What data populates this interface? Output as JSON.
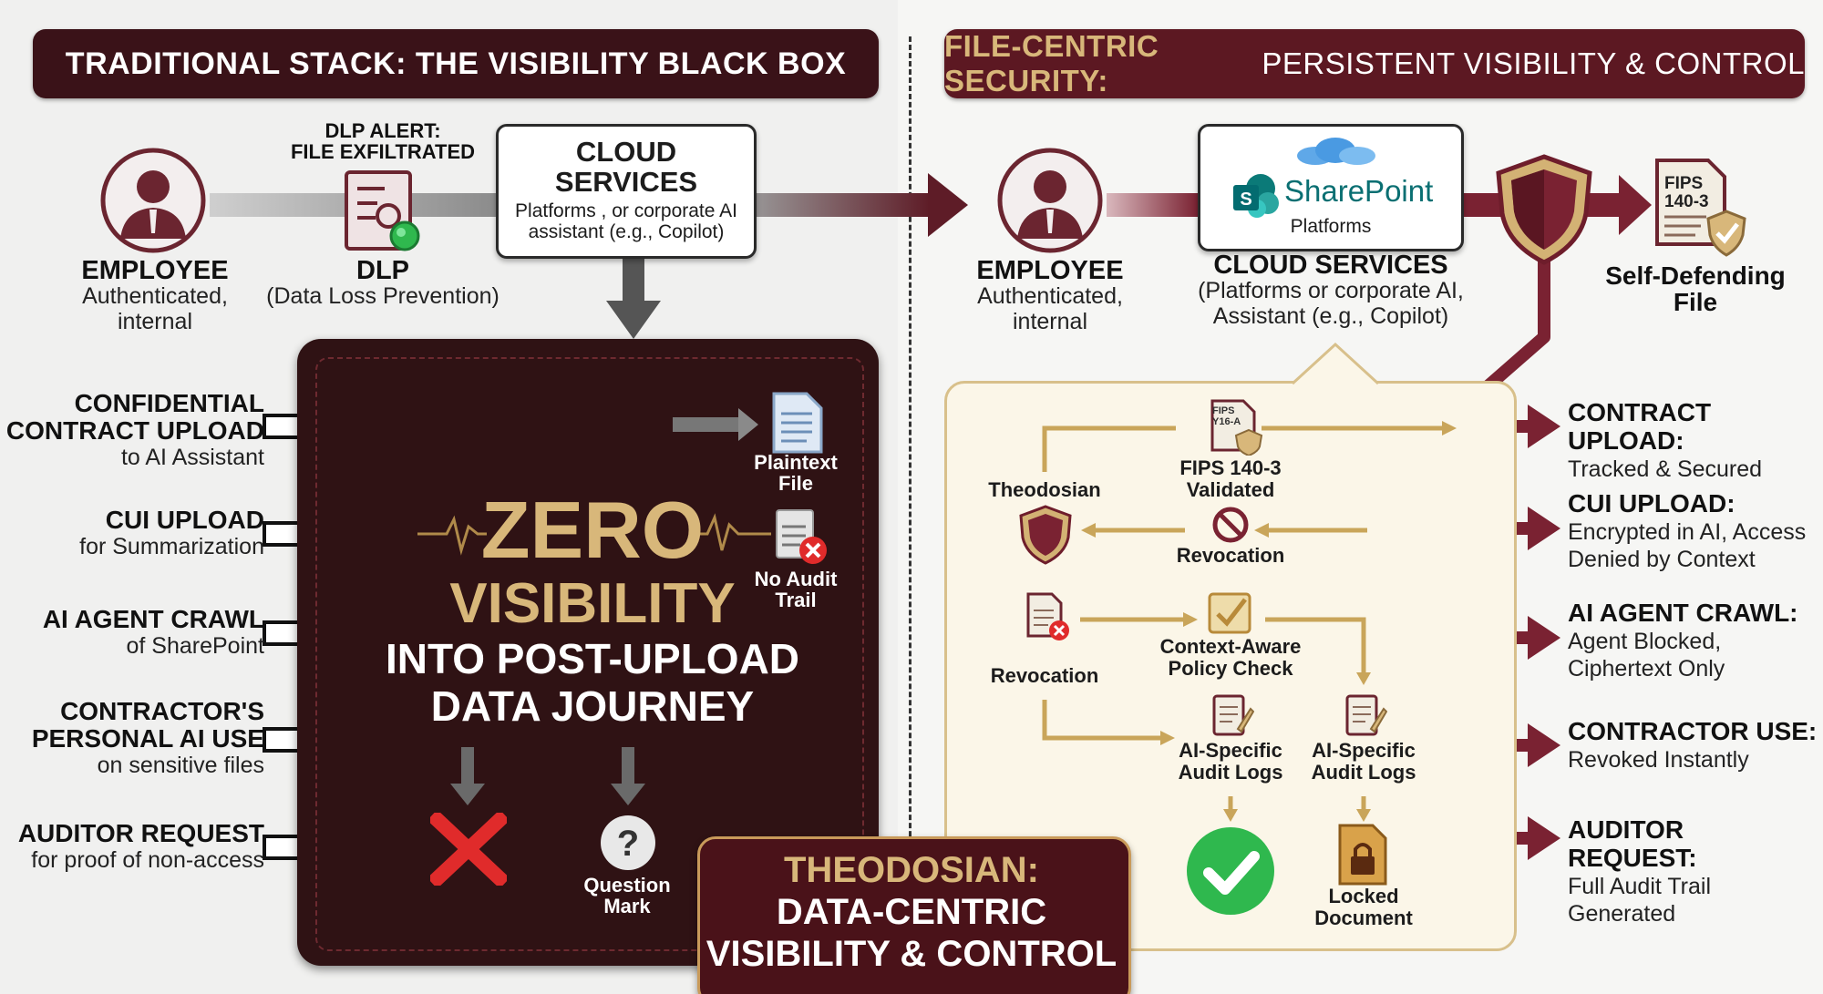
{
  "left_panel": {
    "banner": "TRADITIONAL STACK: THE VISIBILITY BLACK BOX",
    "dlp_alert": [
      "DLP ALERT:",
      "FILE EXFILTRATED"
    ],
    "employee": {
      "title": "EMPLOYEE",
      "sub": [
        "Authenticated,",
        "internal"
      ]
    },
    "dlp": {
      "title": "DLP",
      "sub": "(Data Loss Prevention)"
    },
    "cloud": {
      "title": [
        "CLOUD",
        "SERVICES"
      ],
      "sub": [
        "Platforms , or corporate AI",
        "assistant (e.g., Copilot)"
      ]
    },
    "inputs": [
      {
        "title": [
          "CONFIDENTIAL",
          "CONTRACT UPLOAD"
        ],
        "sub": [
          "to AI Assistant"
        ]
      },
      {
        "title": [
          "CUI UPLOAD"
        ],
        "sub": [
          "for Summarization"
        ]
      },
      {
        "title": [
          "AI AGENT CRAWL"
        ],
        "sub": [
          "of SharePoint"
        ]
      },
      {
        "title": [
          "CONTRACTOR'S",
          "PERSONAL AI USE"
        ],
        "sub": [
          "on sensitive files"
        ]
      },
      {
        "title": [
          "AUDITOR REQUEST"
        ],
        "sub": [
          "for proof of non-access"
        ]
      }
    ],
    "black_box": {
      "zero": "ZERO",
      "visibility": "VISIBILITY",
      "into": "INTO POST-UPLOAD",
      "journey": "DATA JOURNEY",
      "plaintext": [
        "Plaintext",
        "File"
      ],
      "no_audit": [
        "No Audit",
        "Trail"
      ],
      "question": [
        "Question",
        "Mark"
      ]
    }
  },
  "right_panel": {
    "banner_highlight": "FILE-CENTRIC SECURITY:",
    "banner_rest": " PERSISTENT VISIBILITY & CONTROL",
    "employee": {
      "title": "EMPLOYEE",
      "sub": [
        "Authenticated,",
        "internal"
      ]
    },
    "sharepoint": {
      "brand": "SharePoint",
      "sub": "Platforms"
    },
    "cloud": {
      "title": "CLOUD SERVICES",
      "sub": [
        "(Platforms or corporate AI,",
        "Assistant (e.g., Copilot)"
      ]
    },
    "fips_doc": [
      "FIPS",
      "140-3"
    ],
    "self_defending": [
      "Self-Defending",
      "File"
    ],
    "flow": {
      "fips_small": [
        "FIPS",
        "Y16-A"
      ],
      "fips_validated": [
        "FIPS 140-3",
        "Validated"
      ],
      "theodosian": "Theodosian",
      "revocation1": "Revocation",
      "revocation2": "Revocation",
      "policy": [
        "Context-Aware",
        "Policy Check"
      ],
      "audit1": [
        "AI-Specific",
        "Audit Logs"
      ],
      "audit2": [
        "AI-Specific",
        "Audit Logs"
      ],
      "locked": [
        "Locked",
        "Document"
      ]
    },
    "outputs": [
      {
        "title": "CONTRACT UPLOAD:",
        "sub": [
          "Tracked & Secured"
        ]
      },
      {
        "title": "CUI UPLOAD:",
        "sub": [
          "Encrypted in AI, Access",
          "Denied by Context"
        ]
      },
      {
        "title": "AI AGENT CRAWL:",
        "sub": [
          "Agent Blocked,",
          "Ciphertext Only"
        ]
      },
      {
        "title": "CONTRACTOR USE:",
        "sub": [
          "Revoked Instantly"
        ]
      },
      {
        "title": "AUDITOR REQUEST:",
        "sub": [
          "Full Audit Trail",
          "Generated"
        ]
      }
    ]
  },
  "bottom": {
    "line1": "THEODOSIAN:",
    "line2": "DATA-CENTRIC",
    "line3": "VISIBILITY & CONTROL"
  },
  "colors": {
    "maroon": "#6e1d2b",
    "dark": "#2f1214",
    "gold": "#d8b77a",
    "green": "#2fb84e",
    "red": "#e02b2b"
  }
}
